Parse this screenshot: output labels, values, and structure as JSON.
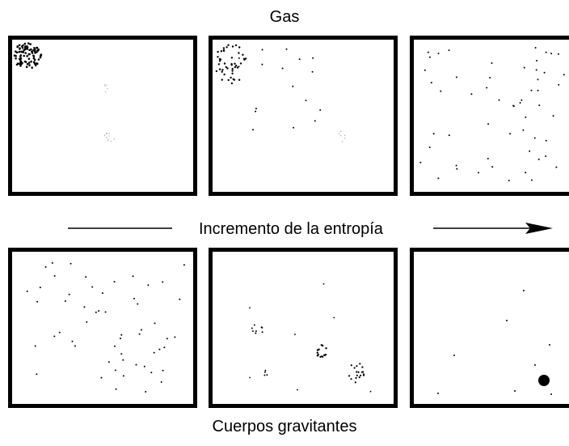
{
  "labels": {
    "top": "Gas",
    "middle": "Incremento de la entropía",
    "bottom": "Cuerpos gravitantes"
  },
  "colors": {
    "ink": "#000000",
    "paper": "#ffffff"
  }
}
